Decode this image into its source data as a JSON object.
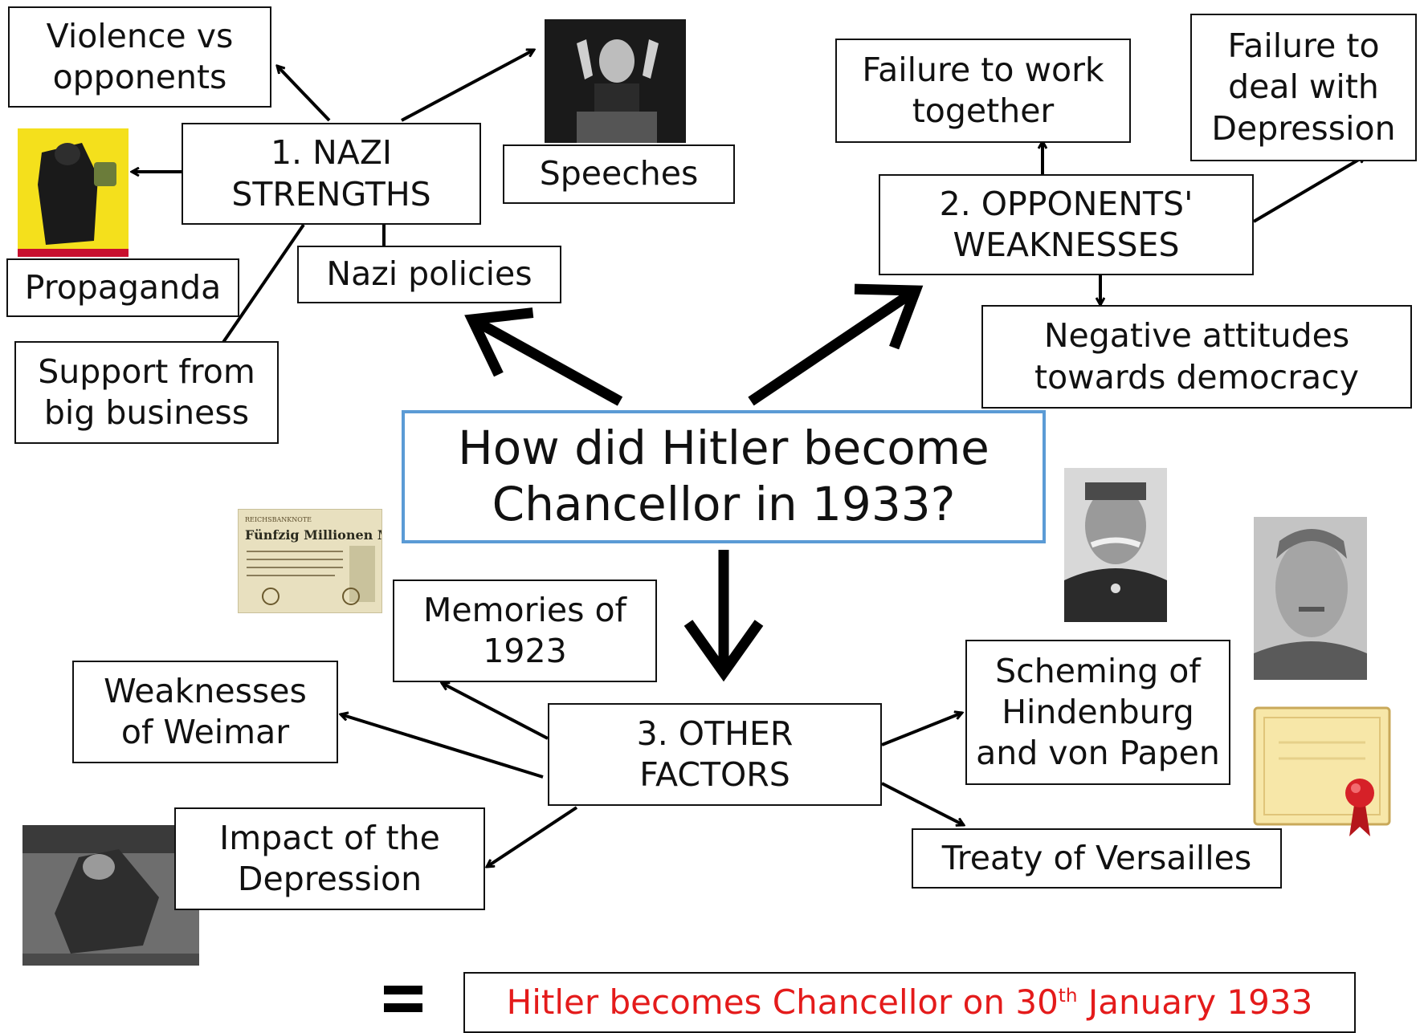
{
  "central_question": "How did Hitler become Chancellor in 1933?",
  "branches": {
    "nazi_strengths": {
      "label": "1. NAZI STRENGTHS",
      "items": [
        "Violence  vs opponents",
        "Speeches",
        "Propaganda",
        "Nazi policies",
        "Support from big business"
      ]
    },
    "opponents_weaknesses": {
      "label": "2. OPPONENTS' WEAKNESSES",
      "items": [
        "Failure to work together",
        "Failure to deal with Depression",
        "Negative attitudes towards democracy"
      ]
    },
    "other_factors": {
      "label": "3. OTHER FACTORS",
      "items": [
        "Memories of 1923",
        "Weaknesses of Weimar",
        "Impact of the Depression",
        "Scheming of Hindenburg and von Papen",
        "Treaty of Versailles"
      ]
    }
  },
  "result": {
    "prefix": "Hitler becomes Chancellor on 30",
    "superscript": "th",
    "suffix": " January 1933"
  },
  "banknote": {
    "header": "REICHSBANKNOTE",
    "title": "Fünfzig Millionen Mark"
  },
  "colors": {
    "central_border": "#5b9bd5",
    "result_text": "#e41b1b",
    "arrow": "#000000"
  }
}
